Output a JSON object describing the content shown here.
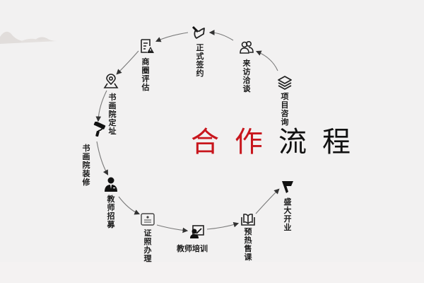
{
  "title": {
    "part1": "合作",
    "part2": "流程",
    "part1_color": "#c8161d",
    "part2_color": "#111111"
  },
  "flow_direction": "counter-clockwise from 项目咨询 to 盛大开业",
  "steps": [
    {
      "index": 1,
      "label": "项目咨询",
      "icon": "layers-icon"
    },
    {
      "index": 2,
      "label": "来访洽谈",
      "icon": "users-icon"
    },
    {
      "index": 3,
      "label": "正式签约",
      "icon": "signing-pen-icon"
    },
    {
      "index": 4,
      "label": "商圈评估",
      "icon": "document-warning-icon"
    },
    {
      "index": 5,
      "label": "书画院定址",
      "icon": "location-pin-icon"
    },
    {
      "index": 6,
      "label": "书画院装修",
      "icon": "paint-roller-icon"
    },
    {
      "index": 7,
      "label": "教师招募",
      "icon": "businessman-icon"
    },
    {
      "index": 8,
      "label": "证照办理",
      "icon": "certificate-icon"
    },
    {
      "index": 9,
      "label": "教师培训",
      "icon": "teacher-board-icon"
    },
    {
      "index": 10,
      "label": "预热售课",
      "icon": "open-book-icon"
    },
    {
      "index": 11,
      "label": "盛大开业",
      "icon": "flag-icon"
    }
  ]
}
